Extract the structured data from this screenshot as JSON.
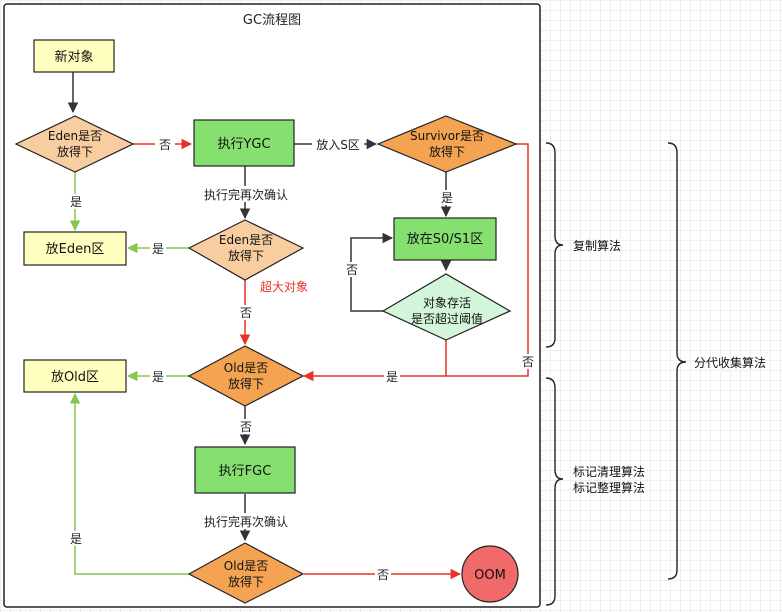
{
  "title": "GC流程图",
  "nodes": {
    "new_object": "新对象",
    "eden_q1": [
      "Eden是否",
      "放得下"
    ],
    "exec_ygc": "执行YGC",
    "survivor_q": [
      "Survivor是否",
      "放得下"
    ],
    "put_eden": "放Eden区",
    "eden_q2": [
      "Eden是否",
      "放得下"
    ],
    "put_s0s1": "放在S0/S1区",
    "age_q": [
      "对象存活",
      "是否超过阈值"
    ],
    "put_old": "放Old区",
    "old_q1": [
      "Old是否",
      "放得下"
    ],
    "exec_fgc": "执行FGC",
    "old_q2": [
      "Old是否",
      "放得下"
    ],
    "oom": "OOM"
  },
  "edge_labels": {
    "eden1_no": "否",
    "ygc_to_survivor": "放入S区",
    "eden1_yes": "是",
    "ygc_confirm": "执行完再次确认",
    "survivor_yes": "是",
    "eden2_yes": "是",
    "large_object": "超大对象",
    "eden2_no": "否",
    "age_no": "否",
    "old1_yes": "是",
    "age_yes": "是",
    "survivor_no": "否",
    "old1_no": "否",
    "fgc_confirm": "执行完再次确认",
    "old2_yes": "是",
    "old2_no": "否"
  },
  "brackets": {
    "copy": "复制算法",
    "mark_sweep": "标记清理算法",
    "mark_compact": "标记整理算法",
    "generational": "分代收集算法"
  },
  "colors": {
    "yellow": "#FFFFC0",
    "peach": "#F8CEA0",
    "green": "#86E070",
    "orange": "#F3A352",
    "mint": "#D3F5D9",
    "red_node": "#F06A6A",
    "red_edge": "#E53427",
    "green_edge": "#86C64F"
  }
}
